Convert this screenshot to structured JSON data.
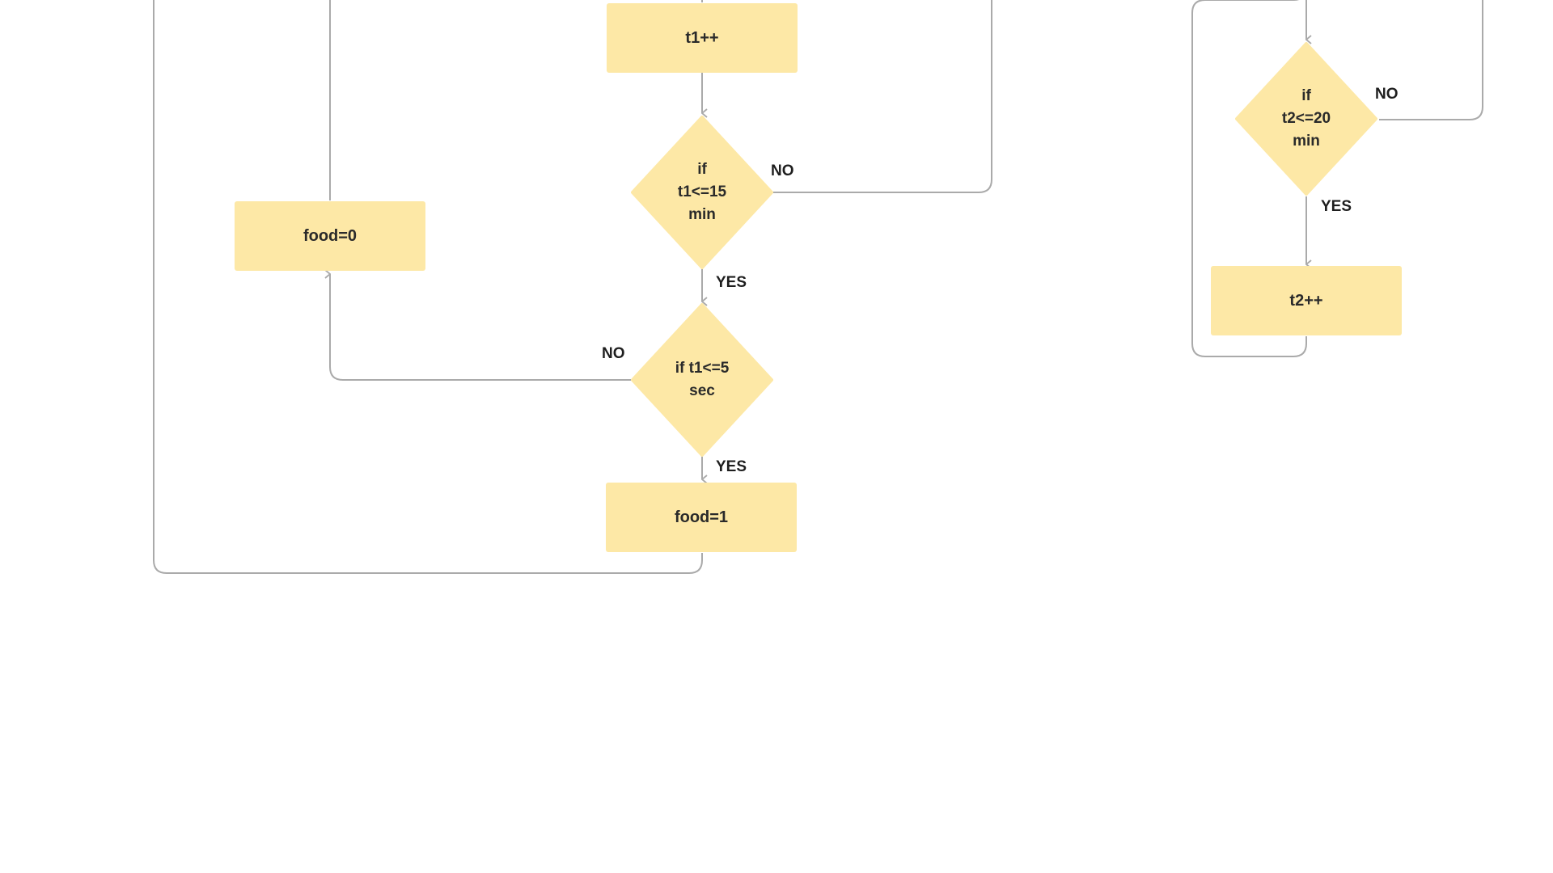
{
  "diagram": {
    "colors": {
      "node_fill": "#fde8a6",
      "connector": "#aaaaaa",
      "text": "#2a2a2a"
    },
    "nodes": {
      "t1_inc": "t1++",
      "food0": "food=0",
      "food1": "food=1",
      "t2_inc": "t2++",
      "if_t1_15": "if\nt1<=15\nmin",
      "if_t1_5": "if t1<=5\nsec",
      "if_t2_20": "if\nt2<=20\nmin"
    },
    "labels": {
      "no_t1_15": "NO",
      "yes_t1_15": "YES",
      "no_t1_5": "NO",
      "yes_t1_5": "YES",
      "no_t2_20": "NO",
      "yes_t2_20": "YES"
    }
  }
}
